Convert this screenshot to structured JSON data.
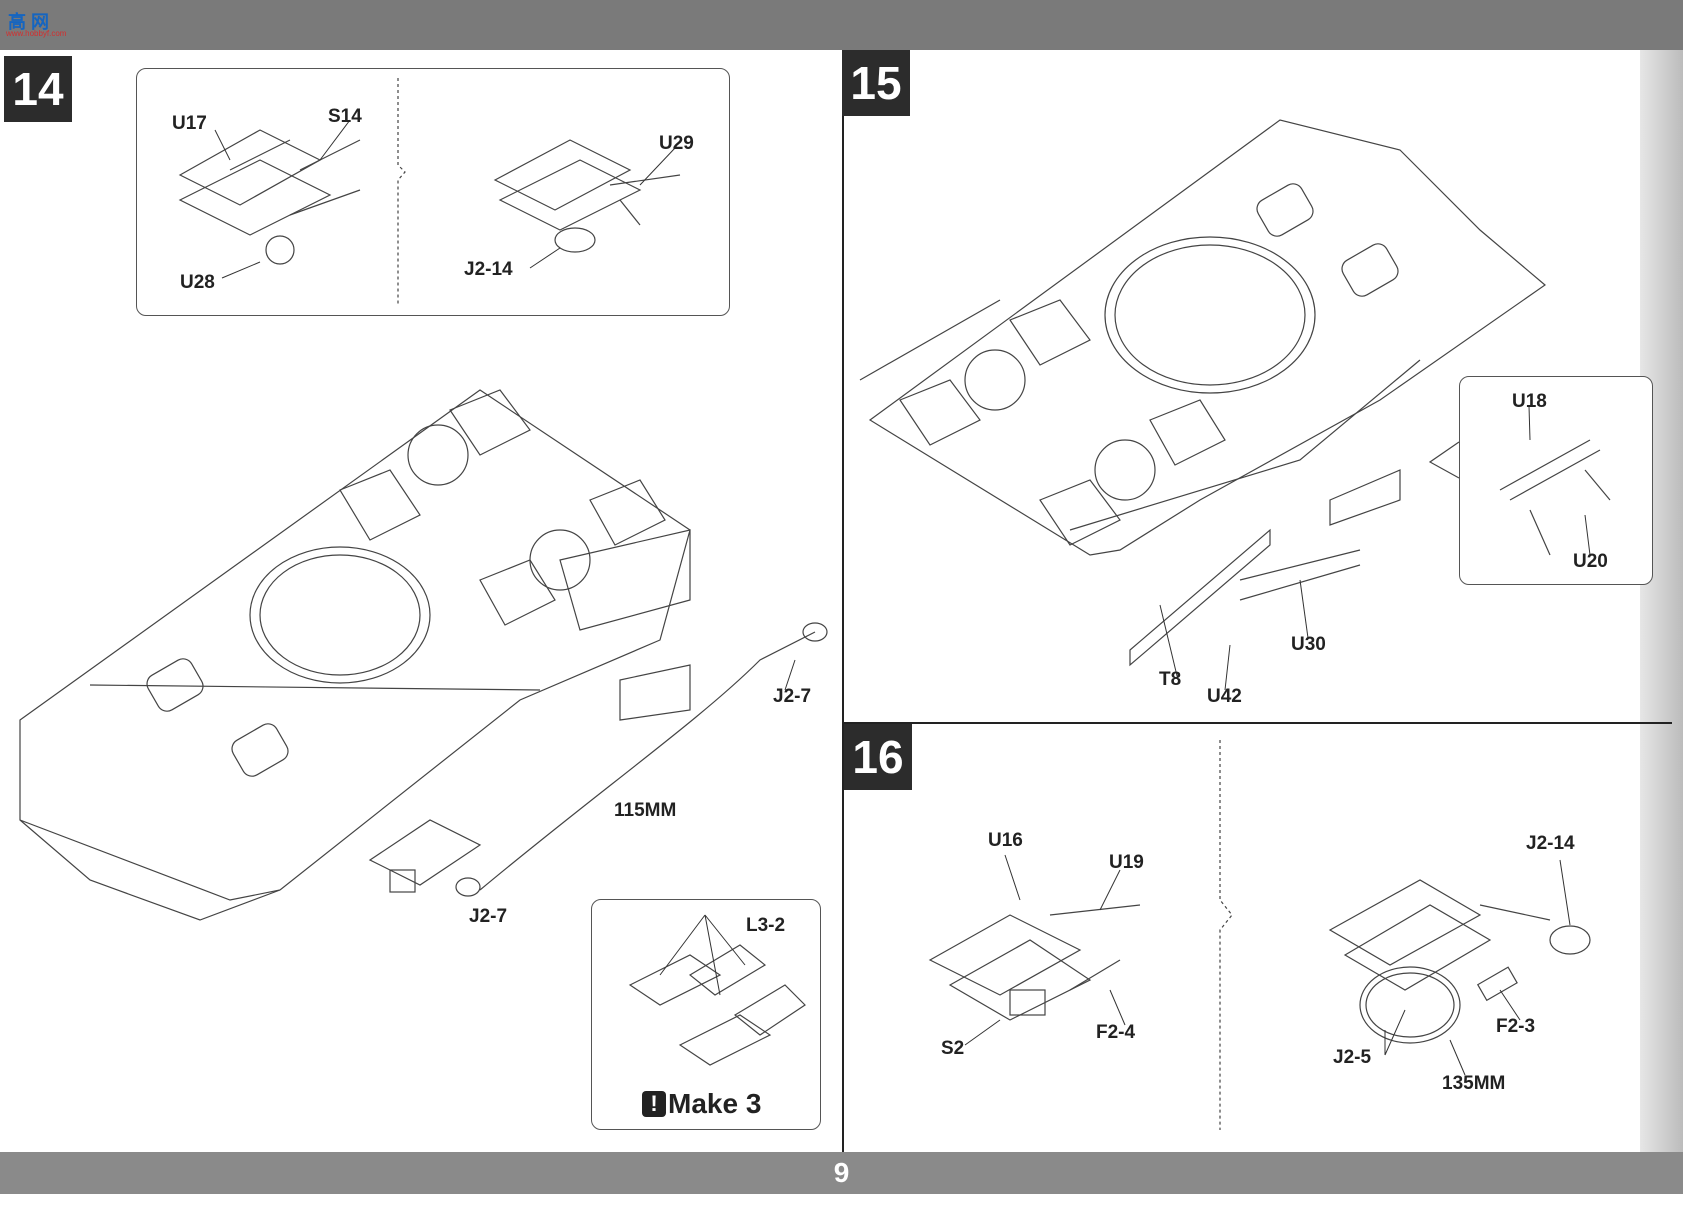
{
  "watermark": {
    "main": "高 网",
    "sub": "www.hobbyf.com"
  },
  "page_number": "9",
  "step14": {
    "number": "14",
    "labels": {
      "u17": "U17",
      "s14": "S14",
      "u28": "U28",
      "u29": "U29",
      "j2_14": "J2-14",
      "j2_7_right": "J2-7",
      "cable": "115MM",
      "j2_7_bottom": "J2-7",
      "l3_2": "L3-2"
    },
    "make_note": {
      "icon": "exclamation-icon",
      "text": "Make 3"
    }
  },
  "step15": {
    "number": "15",
    "labels": {
      "u18": "U18",
      "u20": "U20",
      "u30": "U30",
      "t8": "T8",
      "u42": "U42"
    }
  },
  "step16": {
    "number": "16",
    "labels": {
      "u16": "U16",
      "u19": "U19",
      "f2_4": "F2-4",
      "s2": "S2",
      "j2_14": "J2-14",
      "f2_3": "F2-3",
      "j2_5": "J2-5",
      "cable": "135MM"
    }
  }
}
